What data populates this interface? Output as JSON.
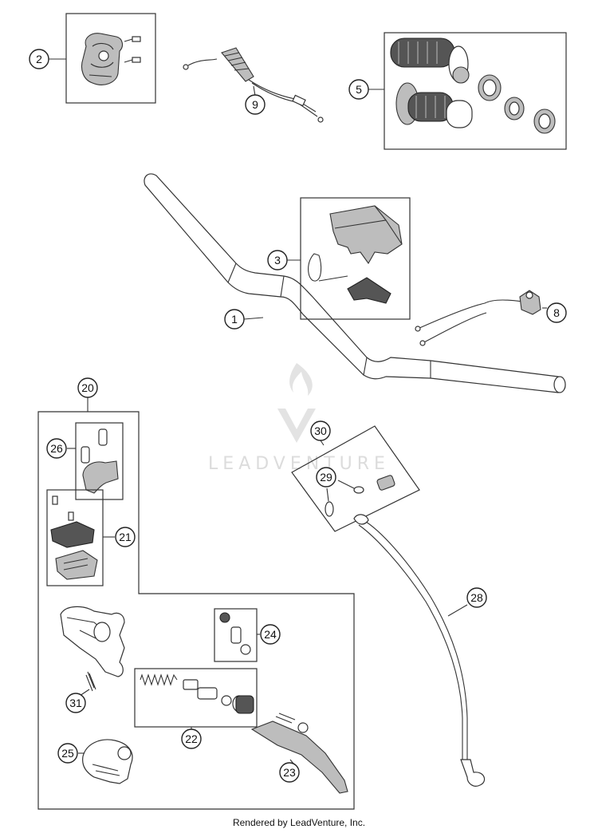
{
  "watermark": {
    "text": "LEADVENTURE"
  },
  "footer": {
    "text": "Rendered by LeadVenture, Inc."
  },
  "callouts": [
    "1",
    "2",
    "3",
    "5",
    "8",
    "9",
    "20",
    "21",
    "22",
    "23",
    "24",
    "25",
    "26",
    "28",
    "29",
    "30",
    "31"
  ]
}
